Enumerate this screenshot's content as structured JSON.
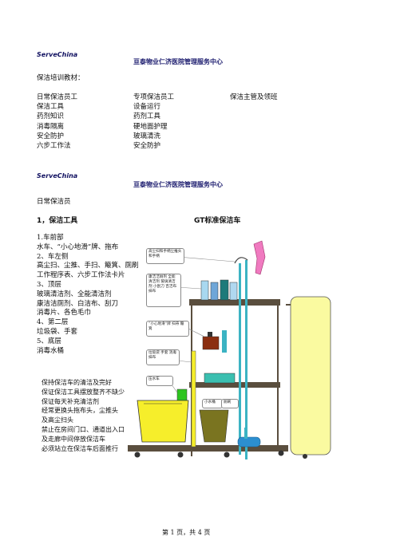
{
  "section1": {
    "brand": "ServeChina",
    "title": "亘泰物业仁济医院管理服务中心",
    "subtitle": "保洁培训教材：",
    "col1": [
      "日常保洁员工",
      "保洁工具",
      "药剂知识",
      "消毒隔离",
      "安全防护",
      "六步工作法"
    ],
    "col2": [
      "专项保洁员工",
      "设备运行",
      "药剂工具",
      "硬地面护理",
      "玻璃清洗",
      "安全防护"
    ],
    "col3": [
      "保洁主管及领班"
    ]
  },
  "section2": {
    "brand": "ServeChina",
    "title": "亘泰物业仁济医院管理服务中心",
    "role": "日常保洁员",
    "heading_left": "1，保洁工具",
    "heading_right": "GT标准保洁车",
    "list": [
      "1.车前部",
      "水车、“小心地滑”牌、拖布",
      "2、车左侧",
      "高尘扫、尘推、手扫、簸箕、厕刷",
      "工作程序表、六步工作法卡片",
      "3、顶层",
      "玻璃清洁剂、全能清洁剂",
      "康洁洁厕剂、白洁布、刮刀",
      "消毒片、各色毛巾",
      "4、第二层",
      "垃圾袋、手套",
      "5、底层",
      "消毒水桶"
    ],
    "notes": [
      "保持保洁车的清洁及完好",
      "保证保洁工具摆放整齐不缺少",
      "保证每天补充清洁剂",
      "经常更换头拖布头，尘推头",
      "及高尘扫头",
      "禁止在房间门口、通道出入口",
      "及走廊中间停放保洁车",
      "必须站立在保洁车后面推行"
    ],
    "callouts": {
      "top": "高尘扫和手柄尘推头和手柄",
      "chemicals": "康洁洁厕剂 全能清洁剂 玻璃清洁剂 小刮刀 百洁布 抹布",
      "sign": "“小心地滑”牌 扫帚 簸箕",
      "bags": "垃圾袋 手套 消毒抹布",
      "bucket": "压水车",
      "small_bucket": "小水桶",
      "toilet_brush": "厕刷"
    }
  },
  "footer": "第 1 页，共 4 页",
  "colors": {
    "title_blue": "#1b1b6e",
    "cart_frame": "#5a4e3e",
    "bucket_yellow": "#f6ee2b",
    "bag_yellow": "#fafaa0",
    "mop_teal": "#3bb3c3",
    "glove_pink": "#f07ac0",
    "bucket_olive": "#7a7420"
  }
}
